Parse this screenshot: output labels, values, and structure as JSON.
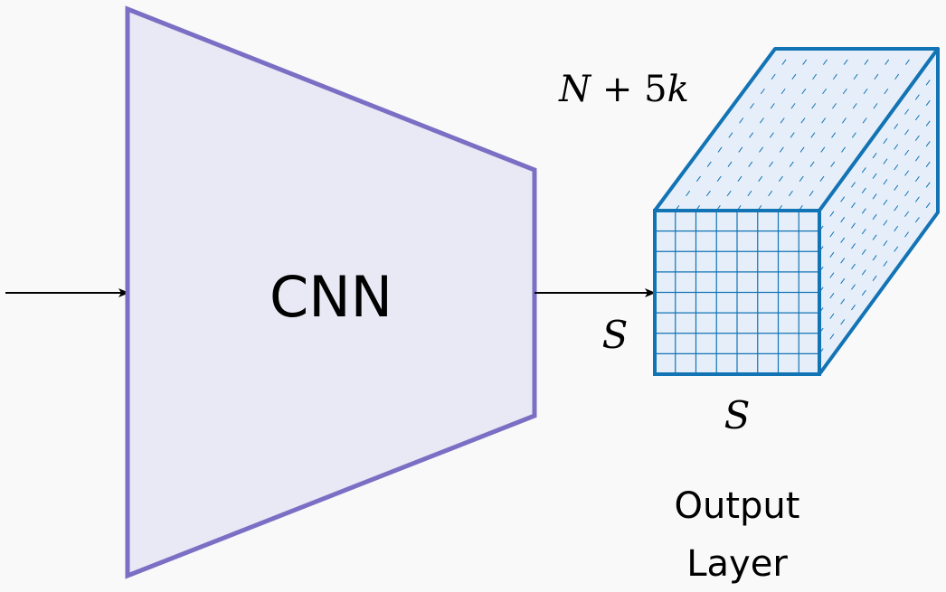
{
  "cnn": {
    "label": "CNN",
    "fill": "#e9e8f5",
    "stroke": "#7a6fc4"
  },
  "output": {
    "depth_label": {
      "n": "N",
      "plus": " + 5",
      "k": "k"
    },
    "height_label": "S",
    "width_label": "S",
    "caption_line1": "Output",
    "caption_line2": "Layer",
    "fill": "#e6eff9",
    "stroke": "#1273b5",
    "grid_cells": 8
  },
  "arrow_color": "#000000"
}
